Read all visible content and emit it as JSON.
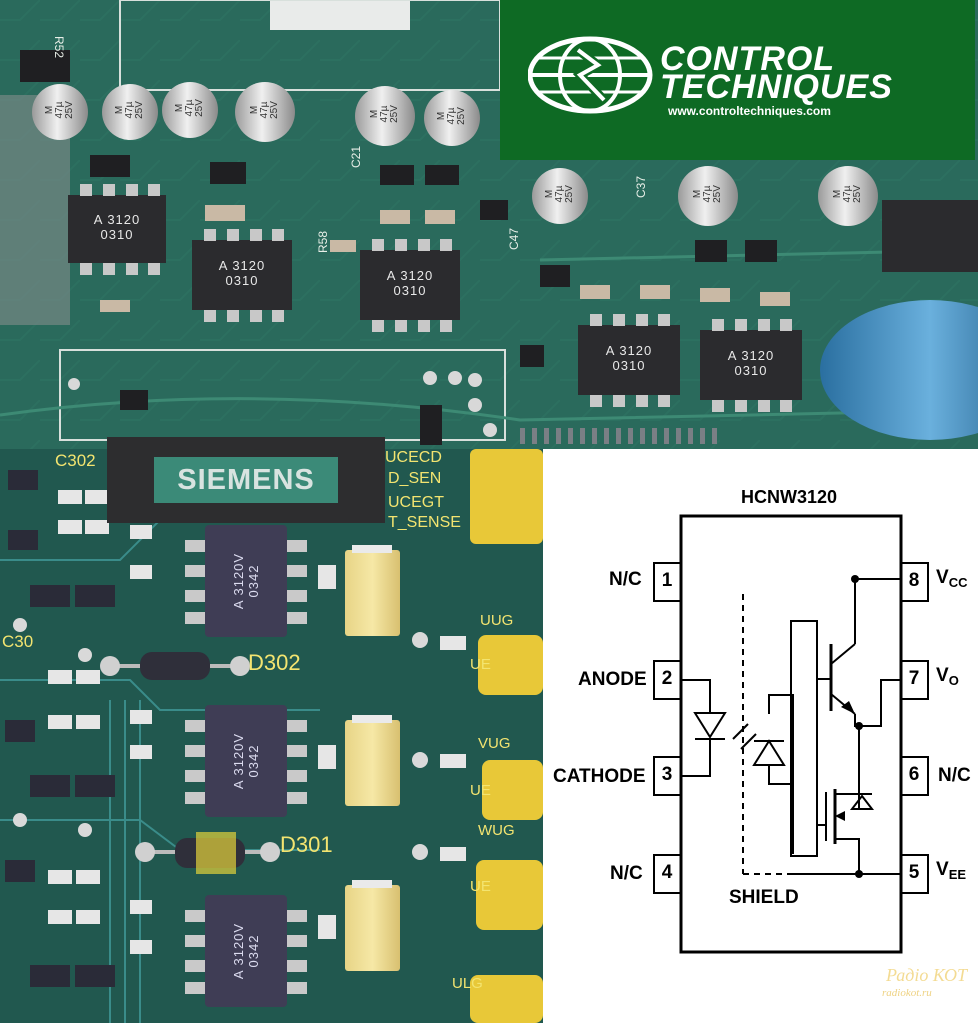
{
  "photo": {
    "chips_top": [
      "A 3120\n0310",
      "A 3120\n0310",
      "A 3120\n0310",
      "A 3120\n0310",
      "A 3120\n0310"
    ],
    "chips_bottom": [
      "A 3120V\n0342",
      "A 3120V\n0342",
      "A 3120V\n0342"
    ],
    "capacitor_text": "M\n47µ\n25V",
    "silkscreen": {
      "r52": "R52",
      "r58": "R58",
      "c21": "C21",
      "c47": "C47",
      "c37": "C37",
      "d302": "D302",
      "d301": "D301",
      "c302": "C302",
      "c303": "C30",
      "ucecd": "UCECD",
      "sense1": "D_SEN",
      "ucegt": "UCEGT",
      "sense2": "T_SENSE",
      "uug": "UUG",
      "ue": "UE",
      "vug": "VUG",
      "wug": "WUG",
      "ulg": "ULG"
    }
  },
  "logos": {
    "control_techniques_line1": "CONTROL",
    "control_techniques_line2": "TECHNIQUES",
    "control_techniques_url": "www.controltechniques.com",
    "siemens": "SIEMENS"
  },
  "diagram": {
    "title": "HCNW3120",
    "pins": [
      {
        "num": "1",
        "label": "N/C"
      },
      {
        "num": "2",
        "label": "ANODE"
      },
      {
        "num": "3",
        "label": "CATHODE"
      },
      {
        "num": "4",
        "label": "N/C"
      },
      {
        "num": "8",
        "label": "V",
        "sub": "CC"
      },
      {
        "num": "7",
        "label": "V",
        "sub": "O"
      },
      {
        "num": "6",
        "label": "N/C"
      },
      {
        "num": "5",
        "label": "V",
        "sub": "EE"
      }
    ],
    "shield_label": "SHIELD"
  },
  "watermark": {
    "line1": "Радіо КОТ",
    "line2": "radiokot.ru"
  }
}
